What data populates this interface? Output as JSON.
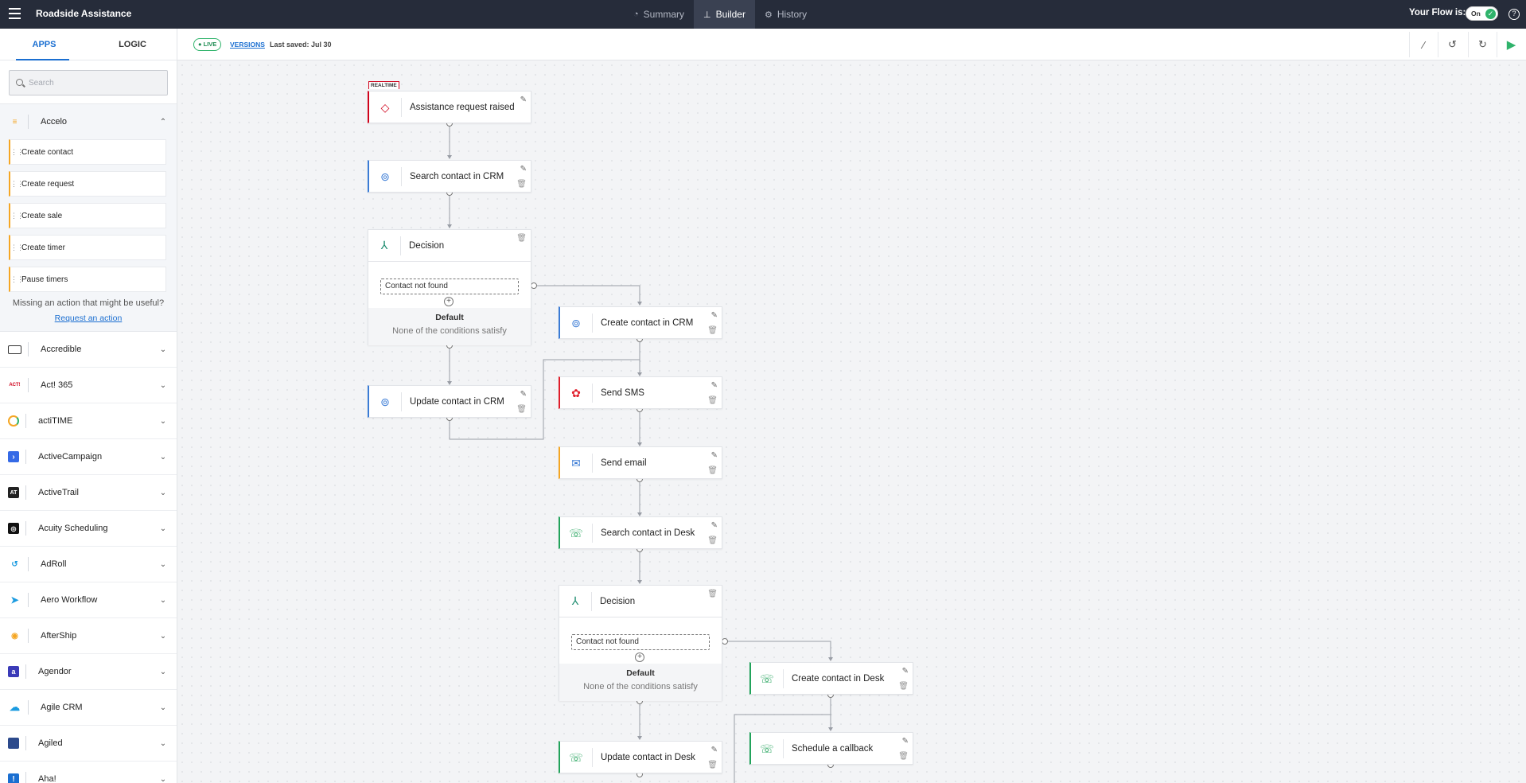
{
  "header": {
    "app_title": "Roadside Assistance",
    "tabs": [
      {
        "label": "Summary",
        "icon": "gauge-icon"
      },
      {
        "label": "Builder",
        "icon": "flow-icon"
      },
      {
        "label": "History",
        "icon": "clock-icon"
      }
    ],
    "active_tab": "Builder",
    "flow_status_label": "Your Flow is:",
    "toggle_text": "On",
    "toggle_state": "on"
  },
  "sidebar": {
    "tabs": [
      "APPS",
      "LOGIC"
    ],
    "active_tab": "APPS",
    "search_placeholder": "Search",
    "expanded_app": {
      "name": "Accelo",
      "actions": [
        "Create contact",
        "Create request",
        "Create sale",
        "Create timer",
        "Pause timers"
      ],
      "missing_text": "Missing an action that might be useful?",
      "request_link": "Request an action"
    },
    "apps": [
      {
        "name": "Accredible",
        "icon": "accredible-icon"
      },
      {
        "name": "Act! 365",
        "icon": "act365-icon"
      },
      {
        "name": "actiTIME",
        "icon": "actitime-icon"
      },
      {
        "name": "ActiveCampaign",
        "icon": "activecampaign-icon"
      },
      {
        "name": "ActiveTrail",
        "icon": "activetrail-icon"
      },
      {
        "name": "Acuity Scheduling",
        "icon": "acuity-icon"
      },
      {
        "name": "AdRoll",
        "icon": "adroll-icon"
      },
      {
        "name": "Aero Workflow",
        "icon": "aero-icon"
      },
      {
        "name": "AfterShip",
        "icon": "aftership-icon"
      },
      {
        "name": "Agendor",
        "icon": "agendor-icon"
      },
      {
        "name": "Agile CRM",
        "icon": "agilecrm-icon"
      },
      {
        "name": "Agiled",
        "icon": "agiled-icon"
      },
      {
        "name": "Aha!",
        "icon": "aha-icon"
      }
    ]
  },
  "toolbar": {
    "live_badge": "LIVE",
    "versions_label": "VERSIONS",
    "last_saved": "Last saved: Jul 30"
  },
  "flow": {
    "trigger": {
      "tag": "REALTIME",
      "label": "Assistance request raised"
    },
    "search_crm": {
      "label": "Search contact in CRM"
    },
    "decision1": {
      "label": "Decision",
      "condition": "Contact not found",
      "default_label": "Default",
      "default_sub": "None of the conditions satisfy"
    },
    "create_crm": {
      "label": "Create contact in CRM"
    },
    "update_crm": {
      "label": "Update contact in CRM"
    },
    "send_sms": {
      "label": "Send SMS"
    },
    "send_email": {
      "label": "Send email"
    },
    "search_desk": {
      "label": "Search contact in Desk"
    },
    "decision2": {
      "label": "Decision",
      "condition": "Contact not found",
      "default_label": "Default",
      "default_sub": "None of the conditions satisfy"
    },
    "create_desk": {
      "label": "Create contact in Desk"
    },
    "schedule_callback": {
      "label": "Schedule a callback"
    },
    "update_desk": {
      "label": "Update contact in Desk"
    }
  },
  "colors": {
    "header_bg": "#262c3a",
    "accent_blue": "#1b6fd1",
    "live_green": "#2fb36b",
    "crm_blue": "#3a7bd5",
    "sms_red": "#e01e2b",
    "email_orange": "#f5a623",
    "desk_green": "#22a35b"
  }
}
